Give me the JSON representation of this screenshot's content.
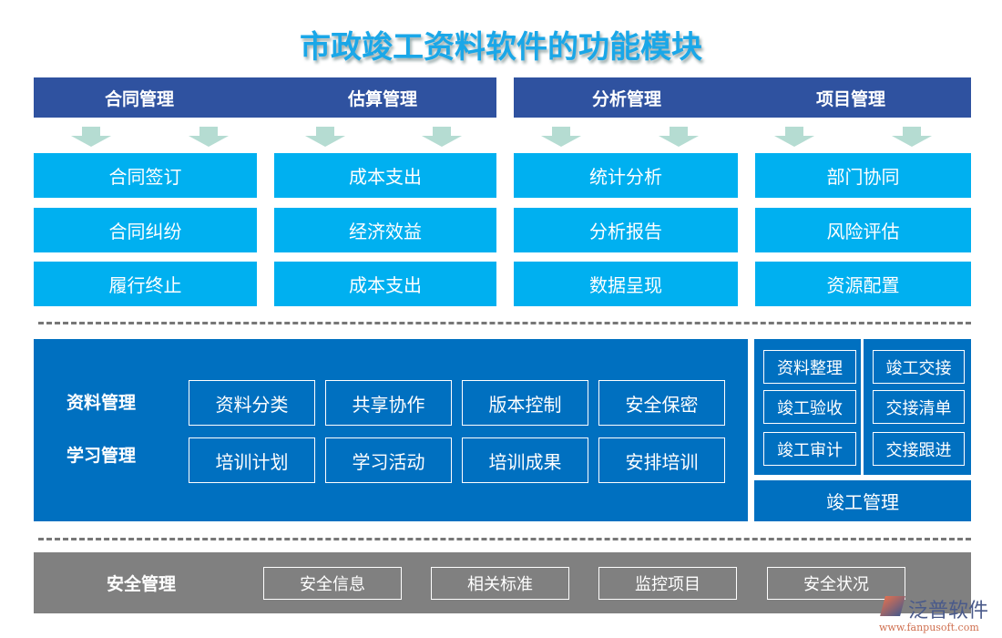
{
  "title": "市政竣工资料软件的功能模块",
  "top_headers": [
    "合同管理",
    "估算管理",
    "分析管理",
    "项目管理"
  ],
  "columns": [
    [
      "合同签订",
      "合同纠纷",
      "履行终止"
    ],
    [
      "成本支出",
      "经济效益",
      "成本支出"
    ],
    [
      "统计分析",
      "分析报告",
      "数据呈现"
    ],
    [
      "部门协同",
      "风险评估",
      "资源配置"
    ]
  ],
  "middle": {
    "rows": [
      {
        "label": "资料管理",
        "items": [
          "资料分类",
          "共享协作",
          "版本控制",
          "安全保密"
        ]
      },
      {
        "label": "学习管理",
        "items": [
          "培训计划",
          "学习活动",
          "培训成果",
          "安排培训"
        ]
      }
    ]
  },
  "completion": {
    "left": [
      "资料整理",
      "竣工验收",
      "竣工审计"
    ],
    "right": [
      "竣工交接",
      "交接清单",
      "交接跟进"
    ],
    "label": "竣工管理"
  },
  "security": {
    "label": "安全管理",
    "items": [
      "安全信息",
      "相关标准",
      "监控项目",
      "安全状况"
    ]
  },
  "logo": {
    "name": "泛普软件",
    "url": "www.fanpusoft.com"
  },
  "colors": {
    "header": "#2f52a0",
    "cyan": "#00b0f0",
    "blue": "#0070c0",
    "gray": "#808080",
    "arrow": "#b5dcd2",
    "title": "#1aa7e8"
  }
}
